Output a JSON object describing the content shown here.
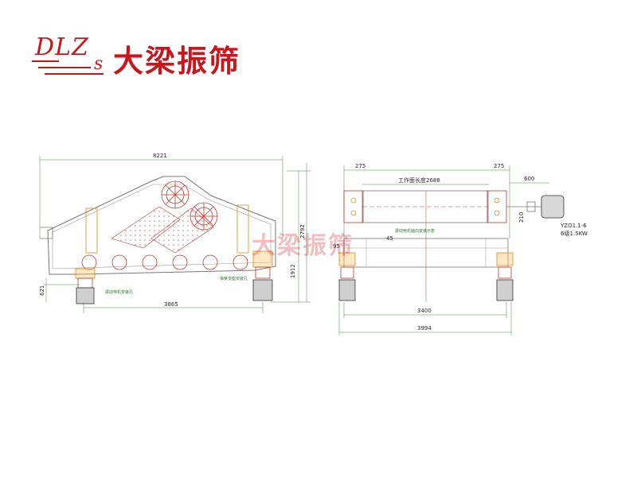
{
  "logo": {
    "letters": "DLZ",
    "sub_letter": "s",
    "company_name": "大梁振筛",
    "color": "#c8161d"
  },
  "watermark": {
    "text": "大梁振筛"
  },
  "side_view": {
    "overall_length": "8221",
    "span_length": "3865",
    "height": "1912",
    "total_height": "2792",
    "base_height": "621",
    "note_left": "振动电机安装孔",
    "note_right": "弹簧支座安装孔"
  },
  "end_view": {
    "work_width": "工作面长度2688",
    "dim_top_left": "275",
    "dim_top_right": "275",
    "dim_motor": "600",
    "dim_left_side": "95",
    "dim_motor_offset": "210",
    "dim_angle": "45",
    "note_middle": "振动电机轴向安装示意",
    "motor_model": "YZO1.1-6",
    "motor_power": "6级1.5KW",
    "span_inner": "3400",
    "span_outer": "3994"
  }
}
